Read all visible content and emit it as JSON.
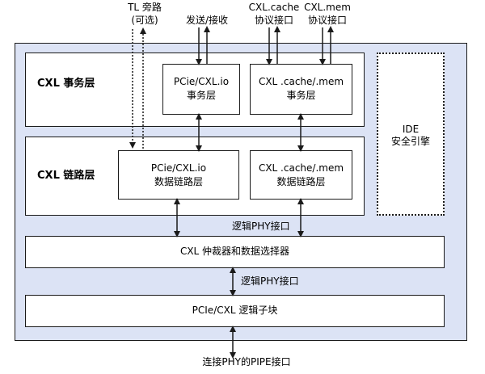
{
  "top_labels": {
    "tl_bypass_line1": "TL 旁路",
    "tl_bypass_line2": "(可选)",
    "send_receive": "发送/接收",
    "cxl_cache_line1": "CXL.cache",
    "cxl_cache_line2": "协议接口",
    "cxl_mem_line1": "CXL.mem",
    "cxl_mem_line2": "协议接口"
  },
  "transaction_layer": {
    "title": "CXL 事务层",
    "pcie_box_line1": "PCie/CXL.io",
    "pcie_box_line2": "事务层",
    "cache_box_line1": "CXL .cache/.mem",
    "cache_box_line2": "事务层"
  },
  "link_layer": {
    "title": "CXL 链路层",
    "pcie_box_line1": "PCie/CXL.io",
    "pcie_box_line2": "数据链路层",
    "cache_box_line1": "CXL .cache/.mem",
    "cache_box_line2": "数据链路层"
  },
  "ide": {
    "line1": "IDE",
    "line2": "安全引擎"
  },
  "logical_phy_interface_1": "逻辑PHY接口",
  "arbiter": "CXL 仲裁器和数据选择器",
  "logical_phy_interface_2": "逻辑PHY接口",
  "logical_subblock": "PCIe/CXL 逻辑子块",
  "bottom_label": "连接PHY的PIPE接口"
}
